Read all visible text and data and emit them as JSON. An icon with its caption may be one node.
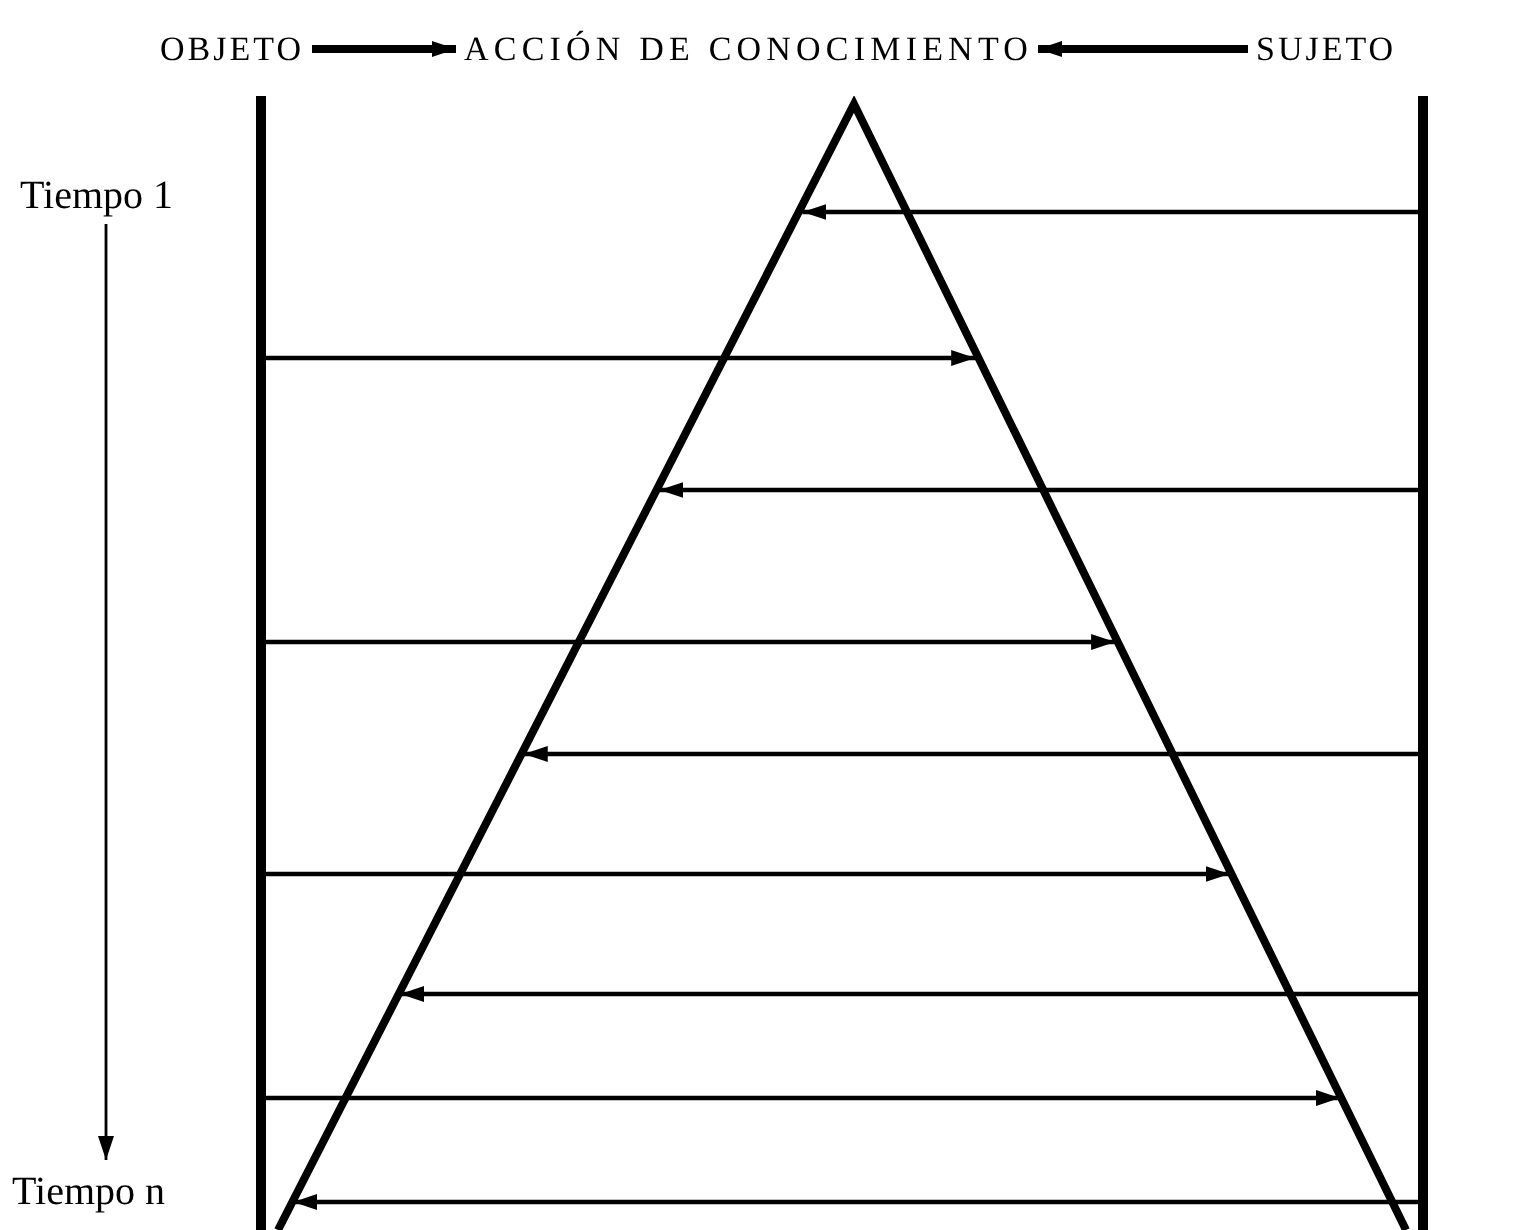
{
  "diagram": {
    "nodes": [
      {
        "text": [
          "OBJETO"
        ]
      },
      {
        "text": [
          "ACCIÓN DE CONOCIMIENTO"
        ]
      },
      {
        "text": [
          "SUJETO"
        ]
      },
      {
        "text": [
          "Tiempo 1"
        ]
      },
      {
        "text": [
          "Tiempo n"
        ]
      },
      {
        "text": [],
        "shape": "bar"
      },
      {
        "text": [],
        "shape": "triangle"
      },
      {
        "text": [],
        "shape": "bar"
      }
    ],
    "edges": [
      {
        "from": 0,
        "to": 1,
        "arrow": "to",
        "style": "thick"
      },
      {
        "from": 2,
        "to": 1,
        "arrow": "to",
        "style": "thick"
      },
      {
        "from": 3,
        "to": 4,
        "arrow": "to"
      },
      {
        "from": 7,
        "to": 6,
        "arrow": "to"
      },
      {
        "from": 5,
        "to": 6,
        "arrow": "to"
      },
      {
        "from": 7,
        "to": 6,
        "arrow": "to"
      },
      {
        "from": 5,
        "to": 6,
        "arrow": "to"
      },
      {
        "from": 7,
        "to": 6,
        "arrow": "to"
      },
      {
        "from": 5,
        "to": 6,
        "arrow": "to"
      },
      {
        "from": 7,
        "to": 6,
        "arrow": "to"
      },
      {
        "from": 5,
        "to": 6,
        "arrow": "to"
      },
      {
        "from": 7,
        "to": 6,
        "arrow": "to"
      }
    ]
  }
}
